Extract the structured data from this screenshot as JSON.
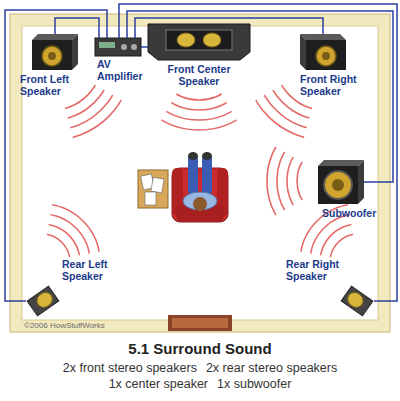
{
  "diagram": {
    "title": "5.1 Surround Sound",
    "nodes": [
      {
        "text": [
          "Front Left Speaker"
        ]
      },
      {
        "text": [
          "AV Amplifier"
        ]
      },
      {
        "text": [
          "Front Center Speaker"
        ]
      },
      {
        "text": [
          "Front Right Speaker"
        ]
      },
      {
        "text": [
          "Subwoofer"
        ]
      },
      {
        "text": [
          "Rear Left Speaker"
        ]
      },
      {
        "text": [
          "Rear Right Speaker"
        ]
      }
    ],
    "edges": [
      {
        "from": 1,
        "to": 0,
        "arrow": "none"
      },
      {
        "from": 1,
        "to": 2,
        "arrow": "none"
      },
      {
        "from": 1,
        "to": 3,
        "arrow": "none"
      },
      {
        "from": 1,
        "to": 4,
        "arrow": "none"
      },
      {
        "from": 1,
        "to": 5,
        "arrow": "none"
      },
      {
        "from": 1,
        "to": 6,
        "arrow": "none"
      }
    ],
    "labels": [
      "©2006 HowStuffWorks",
      "2x front stereo speakers",
      "2x rear stereo speakers",
      "1x center speaker",
      "1x subwoofer"
    ]
  }
}
